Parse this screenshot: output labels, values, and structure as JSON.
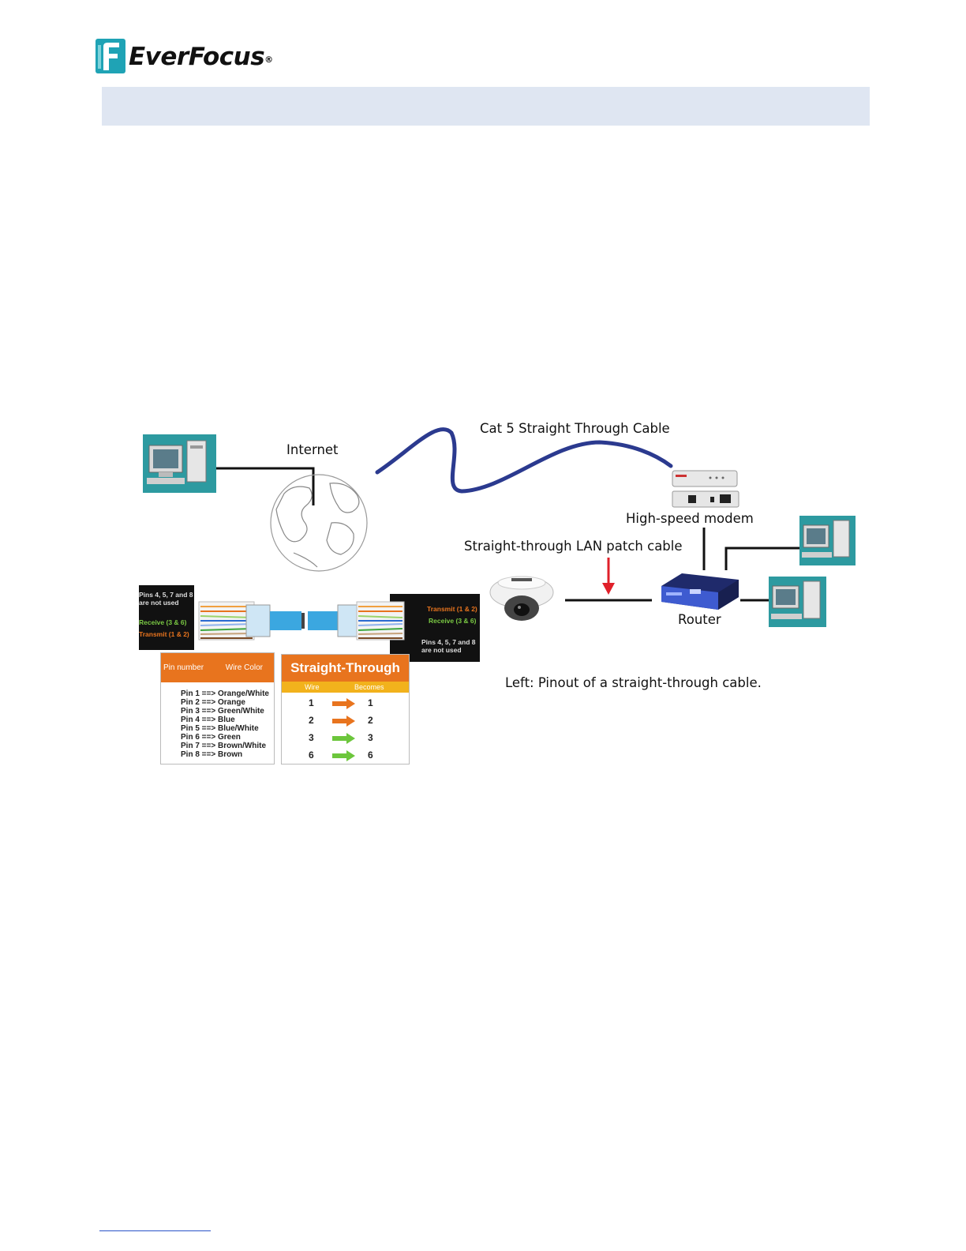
{
  "header": {
    "brand": "EverFocus",
    "reg_mark": "®"
  },
  "diagram": {
    "internet_label": "Internet",
    "cable_label": "Cat 5 Straight Through Cable",
    "modem_label": "High-speed modem",
    "patch_label": "Straight-through LAN patch cable",
    "router_label": "Router",
    "caption": "Left: Pinout of a straight-through cable."
  },
  "connector": {
    "left_note": [
      "Pins 4, 5, 7 and 8",
      "are not used"
    ],
    "left_receive": "Receive (3 & 6)",
    "left_transmit": "Transmit (1 & 2)",
    "right_transmit": "Transmit (1 & 2)",
    "right_receive": "Receive (3 & 6)",
    "right_note": [
      "Pins 4, 5, 7 and 8",
      "are not used"
    ]
  },
  "pin_table": {
    "col1": "Pin number",
    "col2": "Wire Color",
    "rows": [
      "Pin 1 ==> Orange/White",
      "Pin 2 ==> Orange",
      "Pin 3 ==> Green/White",
      "Pin 4 ==> Blue",
      "Pin 5 ==> Blue/White",
      "Pin 6 ==> Green",
      "Pin 7 ==> Brown/White",
      "Pin 8 ==> Brown"
    ]
  },
  "straight_table": {
    "title": "Straight-Through",
    "col1": "Wire",
    "col2": "Becomes",
    "rows": [
      {
        "wire": "1",
        "becomes": "1",
        "color": "#e8741e"
      },
      {
        "wire": "2",
        "becomes": "2",
        "color": "#e8741e"
      },
      {
        "wire": "3",
        "becomes": "3",
        "color": "#6cc63c"
      },
      {
        "wire": "6",
        "becomes": "6",
        "color": "#6cc63c"
      }
    ]
  },
  "colors": {
    "banner": "#dfe6f2",
    "logo_teal": "#1fa3b5",
    "cable_blue": "#2b3a8f",
    "arrow_red": "#e0202a",
    "orange": "#e8741e",
    "green": "#6cc63c",
    "footer_link": "#2a53c8"
  }
}
